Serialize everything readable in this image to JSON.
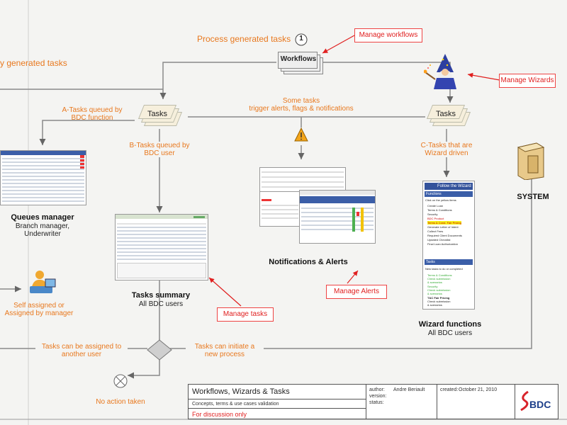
{
  "header": {
    "process_generated": "Process generated tasks",
    "step_number": "1",
    "left_partial": "y generated tasks"
  },
  "workflows_label": "Workflows",
  "callouts": {
    "manage_workflows": "Manage workflows",
    "manage_wizards": "Manage Wizards",
    "manage_alerts": "Manage Alerts",
    "manage_tasks": "Manage tasks"
  },
  "tasks_label": "Tasks",
  "some_tasks": [
    "Some tasks",
    "trigger alerts, flags & notifications"
  ],
  "a_tasks": [
    "A-Tasks queued by",
    "BDC function"
  ],
  "b_tasks": [
    "B-Tasks queued by",
    "BDC user"
  ],
  "c_tasks": [
    "C-Tasks that are",
    "Wizard driven"
  ],
  "queues": {
    "title": "Queues manager",
    "sub": [
      "Branch manager,",
      "Underwriter"
    ]
  },
  "self_assigned": [
    "Self assigned or",
    "Assigned by manager"
  ],
  "tasks_summary": {
    "title": "Tasks summary",
    "sub": "All BDC users"
  },
  "notifications": {
    "title": "Notifications & Alerts"
  },
  "wizard_functions": {
    "title": "Wizard functions",
    "sub": "All BDC users"
  },
  "system_label": "SYSTEM",
  "assign_text": [
    "Tasks can be assigned to",
    "another user"
  ],
  "initiate_text": [
    "Tasks can initiate a",
    "new process"
  ],
  "no_action": "No action taken",
  "wizard_panel": {
    "title": "Follow the Wizard",
    "section1": "Functions",
    "intro": "Click on the yellow items",
    "items": [
      "Create Loan",
      "Terms & Conditions",
      "Security",
      "BDC Product",
      "Terms & Cond. Fair Pricing",
      "Generate Letter of Intent",
      "Collect Fees",
      "Required Client Documents",
      "Updated Checklist",
      "Final Loan Authorization"
    ],
    "section2": "Tasks",
    "tasks_intro": "New tasks to do or completed",
    "tasks": [
      "Terms & Conditions",
      "Check submission",
      "& scenarios",
      "Security",
      "Check submission",
      "& scenarios",
      "T&C Fair Pricing",
      "Check submission",
      "& scenarios"
    ]
  },
  "title_block": {
    "title": "Workflows, Wizards & Tasks",
    "subtitle": "Concepts, terms & use cases validation",
    "discussion": "For discussion only",
    "author_label": "author:",
    "author": "Andre Beriault",
    "version_label": "version:",
    "status_label": "status:",
    "created_label": "created:",
    "created": "October  21,  2010",
    "logo": "BDC"
  },
  "colors": {
    "orange": "#e8781e",
    "red": "#e02020",
    "line": "#8a8a8a"
  }
}
